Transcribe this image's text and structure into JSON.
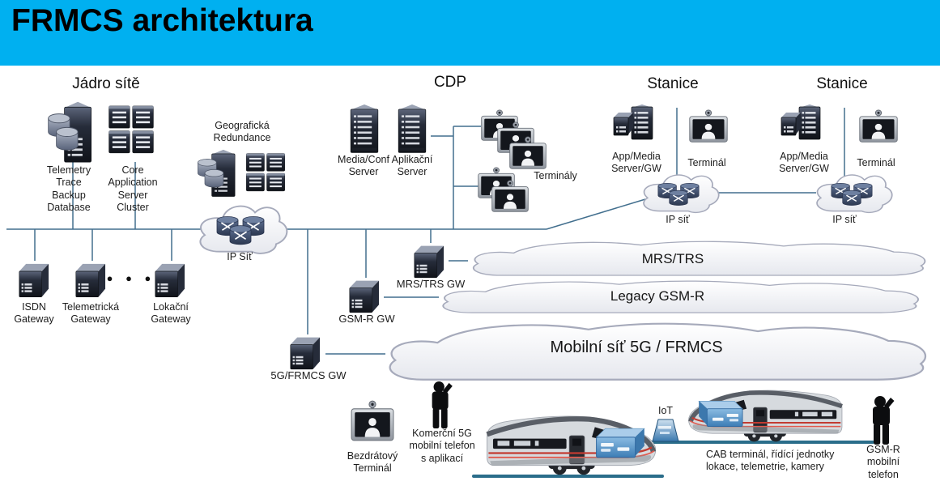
{
  "header": {
    "title": "FRMCS architektura",
    "bg_color": "#00b0f0"
  },
  "core": {
    "title": "Jádro sítě",
    "telemetry_label": "Telemetry\nTrace\nBackup\nDatabase",
    "cluster_label": "Core\nApplication\nServer\nCluster",
    "geo_label": "Geografická\nRedundance",
    "ip_cloud_label": "IP Síť"
  },
  "cdp": {
    "title": "CDP",
    "media_server_label": "Media/Conf\nServer",
    "app_server_label": "Aplikační\nServer",
    "terminals_label": "Terminály"
  },
  "stations": [
    {
      "title": "Stanice",
      "server_label": "App/Media\nServer/GW",
      "terminal_label": "Terminál",
      "cloud_label": "IP síť"
    },
    {
      "title": "Stanice",
      "server_label": "App/Media\nServer/GW",
      "terminal_label": "Terminál",
      "cloud_label": "IP síť"
    }
  ],
  "gateways": {
    "isdn": "ISDN\nGateway",
    "telemetry": "Telemetrická\nGateway",
    "ellipsis": "● ● ●",
    "location": "Lokační\nGateway",
    "mrs_trs": "MRS/TRS GW",
    "gsm_r": "GSM-R GW",
    "frmcs_5g": "5G/FRMCS GW"
  },
  "clouds": {
    "mrs_trs": "MRS/TRS",
    "legacy": "Legacy GSM-R",
    "mobile_5g": "Mobilní síť 5G / FRMCS"
  },
  "bottom": {
    "wireless_terminal": "Bezdrátový\nTerminál",
    "commercial_phone": "Komerční 5G\nmobilní telefon\ns aplikací",
    "iot": "IoT",
    "cab_terminal": "CAB terminál, řídící jednotky\nlokace, telemetrie, kamery",
    "gsmr_phone": "GSM-R\nmobilní telefon"
  },
  "colors": {
    "line": "#426f8e",
    "track": "#2a6d8a"
  }
}
